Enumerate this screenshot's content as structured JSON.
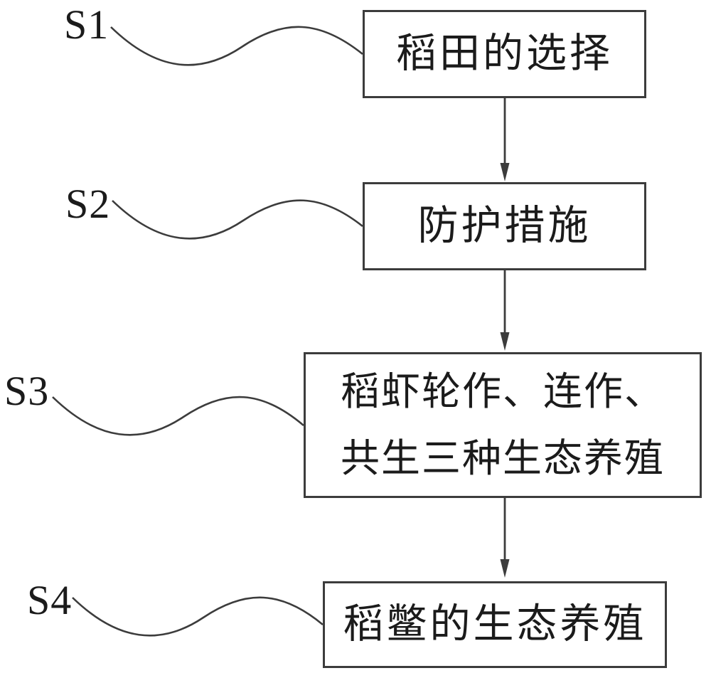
{
  "figure": {
    "type": "flowchart",
    "orientation": "vertical",
    "background_color": "#ffffff",
    "line_color": "#3c3c3c",
    "text_color": "#1b1b1b"
  },
  "steps": [
    {
      "id": "S1",
      "lines": [
        "稻田的选择"
      ]
    },
    {
      "id": "S2",
      "lines": [
        "防护措施"
      ]
    },
    {
      "id": "S3",
      "lines": [
        "稻虾轮作、连作、",
        "共生三种生态养殖"
      ]
    },
    {
      "id": "S4",
      "lines": [
        "稻鳖的生态养殖"
      ]
    }
  ],
  "connections": [
    {
      "from": "S1",
      "to": "S2",
      "style": "arrow-down"
    },
    {
      "from": "S2",
      "to": "S3",
      "style": "arrow-down"
    },
    {
      "from": "S3",
      "to": "S4",
      "style": "arrow-down"
    }
  ]
}
